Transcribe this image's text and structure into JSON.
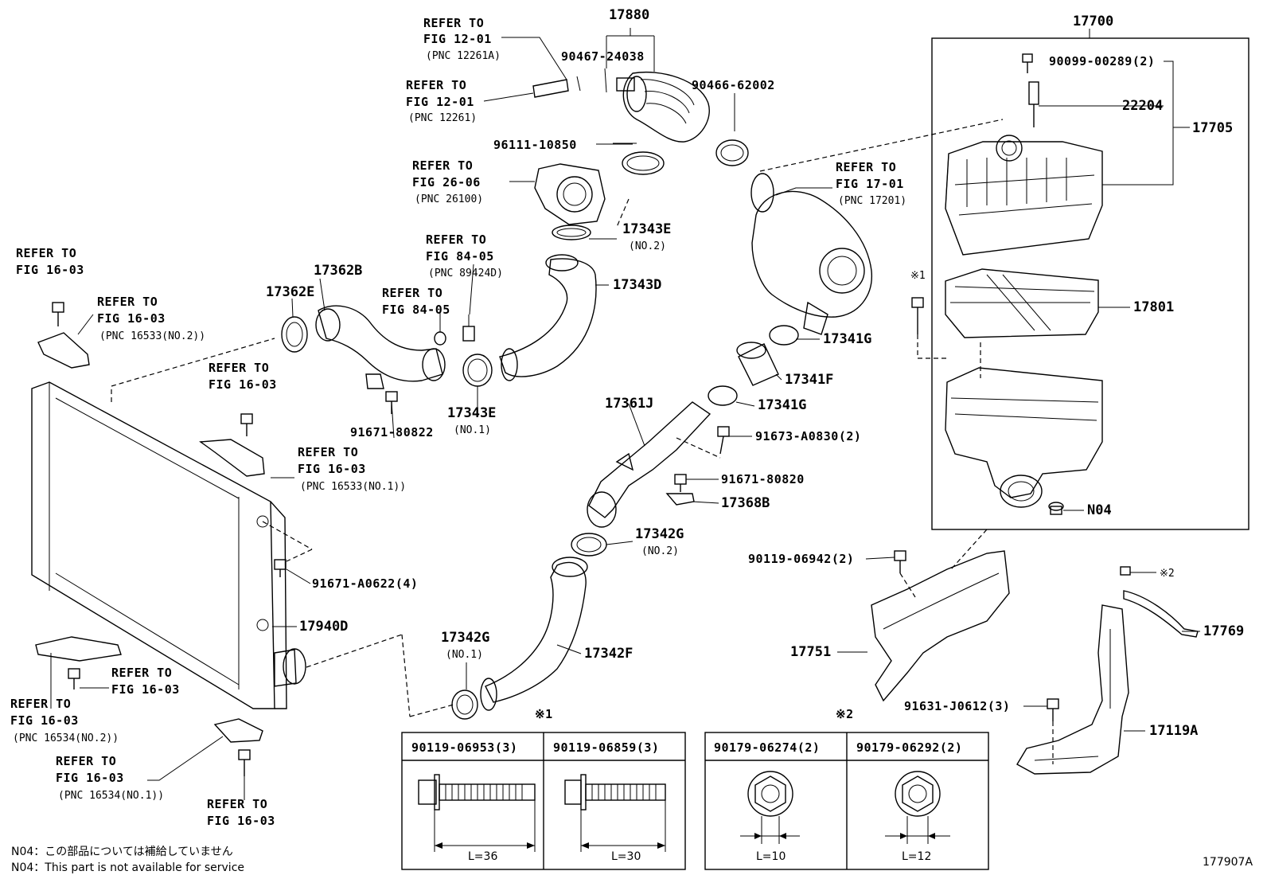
{
  "diagram_id": "177907A",
  "labels": {
    "l_17880": "17880",
    "l_17700": "17700",
    "l_ref_12_01_a": "REFER TO",
    "l_ref_12_01_a2": "FIG 12-01",
    "l_ref_12_01_a3": "(PNC 12261A)",
    "l_90467": "90467-24038",
    "l_90466": "90466-62002",
    "l_90099": "90099-00289(2)",
    "l_22204": "22204",
    "l_17705": "17705",
    "l_ref_12_01_b": "REFER TO",
    "l_ref_12_01_b2": "FIG 12-01",
    "l_ref_12_01_b3": "(PNC 12261)",
    "l_96111": "96111-10850",
    "l_ref_26_06": "REFER TO",
    "l_ref_26_06_2": "FIG 26-06",
    "l_ref_26_06_3": "(PNC 26100)",
    "l_ref_17_01": "REFER TO",
    "l_ref_17_01_2": "FIG 17-01",
    "l_ref_17_01_3": "(PNC 17201)",
    "l_17343e_2": "17343E",
    "l_17343e_2n": "(NO.2)",
    "l_ref_84_05_a": "REFER TO",
    "l_ref_84_05_a2": "FIG 84-05",
    "l_ref_84_05_a3": "(PNC 89424D)",
    "l_17343d": "17343D",
    "l_17362b": "17362B",
    "l_17362e": "17362E",
    "l_ref_84_05_b": "REFER TO",
    "l_ref_84_05_b2": "FIG 84-05",
    "l_ref_16_03_a": "REFER TO",
    "l_ref_16_03_a2": "FIG 16-03",
    "l_ref_16_03_b": "REFER TO",
    "l_ref_16_03_b2": "FIG 16-03",
    "l_ref_16_03_b3": "(PNC 16533(NO.2))",
    "l_ref_16_03_c": "REFER TO",
    "l_ref_16_03_c2": "FIG 16-03",
    "l_ref_16_03_d": "REFER TO",
    "l_ref_16_03_d2": "FIG 16-03",
    "l_ref_16_03_d3": "(PNC 16533(NO.1))",
    "l_91671_80822": "91671-80822",
    "l_17343e_1": "17343E",
    "l_17343e_1n": "(NO.1)",
    "l_17341g_a": "17341G",
    "l_17341f": "17341F",
    "l_17341g_b": "17341G",
    "l_17801": "17801",
    "l_mark1_side": "※1",
    "l_17361j": "17361J",
    "l_91673": "91673-A0830(2)",
    "l_91671_80820": "91671-80820",
    "l_17368b": "17368B",
    "l_n04": "N04",
    "l_17342g_2": "17342G",
    "l_17342g_2n": "(NO.2)",
    "l_91671_a0622": "91671-A0622(4)",
    "l_90119_06942": "90119-06942(2)",
    "l_mark2_side": "※2",
    "l_17769": "17769",
    "l_17940d": "17940D",
    "l_17342g_1": "17342G",
    "l_17342g_1n": "(NO.1)",
    "l_17342f": "17342F",
    "l_17751": "17751",
    "l_ref_16_03_e": "REFER TO",
    "l_ref_16_03_e2": "FIG 16-03",
    "l_ref_16_03_f": "REFER TO",
    "l_ref_16_03_f2": "FIG 16-03",
    "l_ref_16_03_f3": "(PNC 16534(NO.2))",
    "l_91631": "91631-J0612(3)",
    "l_17119a": "17119A",
    "l_ref_16_03_g": "REFER TO",
    "l_ref_16_03_g2": "FIG 16-03",
    "l_ref_16_03_g3": "(PNC 16534(NO.1))",
    "l_ref_16_03_h": "REFER TO",
    "l_ref_16_03_h2": "FIG 16-03"
  },
  "table1": {
    "mark": "※1",
    "col1": "90119-06953(3)",
    "col2": "90119-06859(3)",
    "len1": "L=36",
    "len2": "L=30"
  },
  "table2": {
    "mark": "※2",
    "col1": "90179-06274(2)",
    "col2": "90179-06292(2)",
    "len1": "L=10",
    "len2": "L=12"
  },
  "footnotes": {
    "jp": "N04：この部品については補給していません",
    "en": "N04：This part is not available for service"
  }
}
